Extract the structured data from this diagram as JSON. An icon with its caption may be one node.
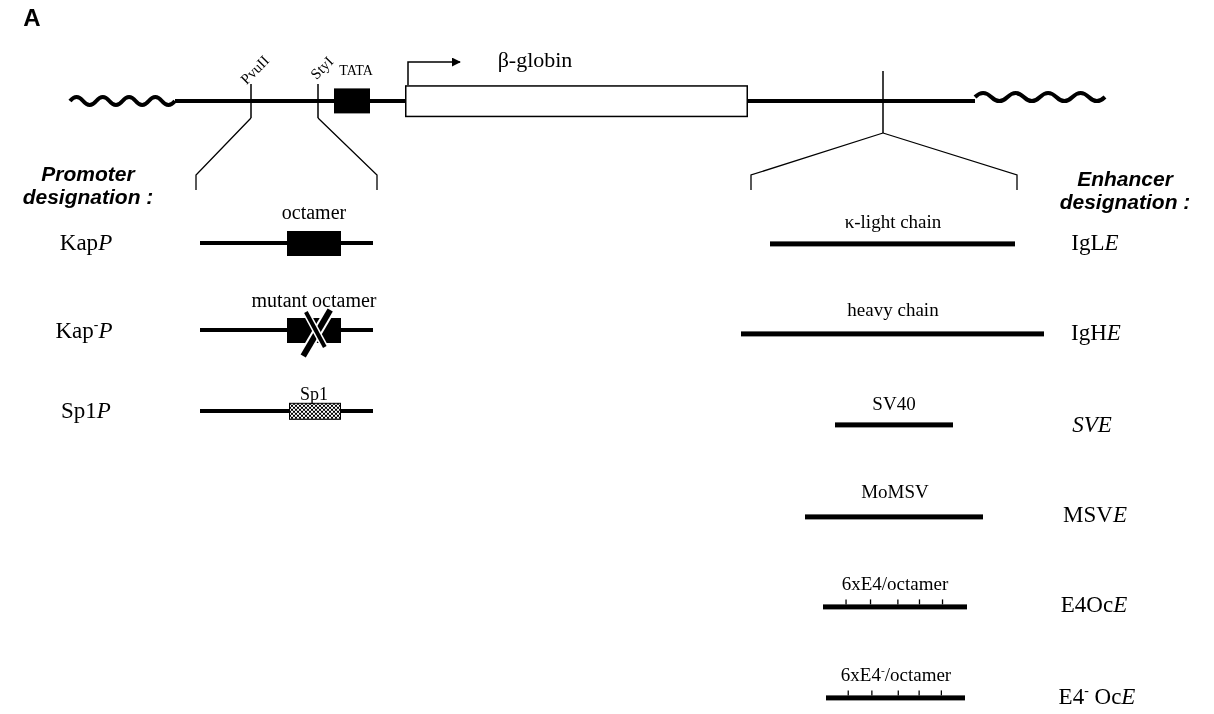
{
  "diagram": {
    "nodes": [
      {
        "text": [
          "β-globin"
        ]
      },
      {
        "text": [
          "TATA"
        ]
      },
      {
        "text": [
          "octamer"
        ]
      },
      {
        "text": [
          "mutant octamer"
        ]
      },
      {
        "text": [
          "Sp1"
        ]
      },
      {
        "text": [
          "κ-light chain"
        ]
      },
      {
        "text": [
          "heavy chain"
        ]
      },
      {
        "text": [
          "SV40"
        ]
      },
      {
        "text": [
          "MoMSV"
        ]
      },
      {
        "text": [
          "6xE4/octamer"
        ]
      },
      {
        "text": [
          "6xE4$^{-}$/octamer"
        ]
      }
    ],
    "labels": [
      "A",
      "PvuII",
      "StyI",
      "Promoter designation :",
      "KapP",
      "Kap$^{-}$P",
      "Sp1P",
      "Enhancer designation :",
      "IgLE",
      "IgHE",
      "SVE",
      "MSVE",
      "E4OcE",
      "E4$^{-}$ OcE"
    ]
  }
}
